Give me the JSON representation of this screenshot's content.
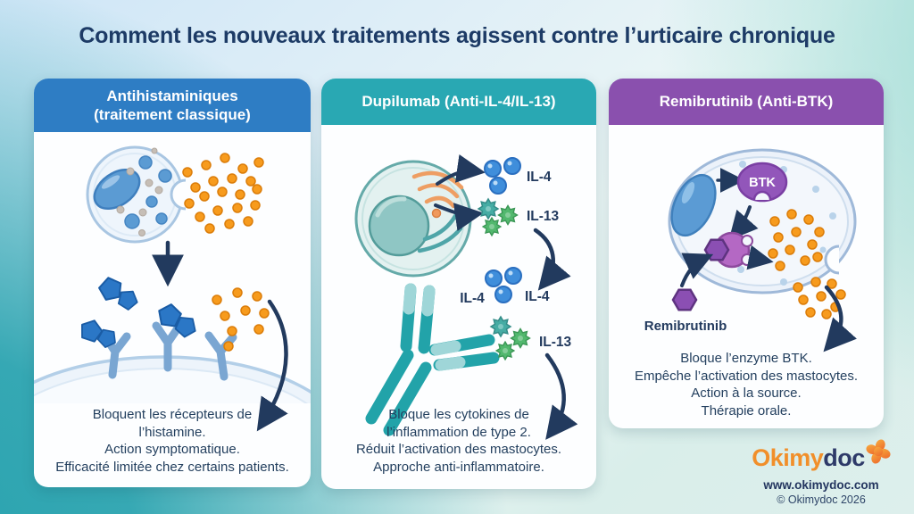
{
  "title": "Comment les nouveaux traitements agissent contre l’urticaire chronique",
  "panels": [
    {
      "header": "Antihistaminiques\n(traitement classique)",
      "header_color": "#2e7dc4",
      "description": "Bloquent les récepteurs de\nl’histamine.\nAction symptomatique.\nEfficacité limitée chez certains patients."
    },
    {
      "header": "Dupilumab (Anti-IL-4/IL-13)",
      "header_color": "#29a8b3",
      "labels": {
        "il4": "IL-4",
        "il13": "IL-13"
      },
      "description": "Bloque les cytokines de\nl’inflammation de type 2.\nRéduit l’activation des mastocytes.\nApproche anti-inflammatoire."
    },
    {
      "header": "Remibrutinib (Anti-BTK)",
      "header_color": "#8a50ae",
      "labels": {
        "btk": "BTK",
        "drug": "Remibrutinib"
      },
      "description": "Bloque l’enzyme BTK.\nEmpêche l’activation des mastocytes.\nAction à la source.\nThérapie orale."
    }
  ],
  "footer": {
    "brand_primary": "Okimy",
    "brand_secondary": "doc",
    "website": "www.okimydoc.com",
    "copyright": "© Okimydoc 2026"
  },
  "colors": {
    "title_text": "#1d3b66",
    "body_text": "#24405f",
    "arrow_navy": "#223a5e",
    "histamine_orange": "#f79b1d",
    "antibody_teal": "#22a3a9",
    "molecule_blue": "#2b77c6",
    "il4_blue": "#3f8edb",
    "il13_green": "#52b86e",
    "btk_purple": "#9256ba",
    "brand_orange": "#f18f2a",
    "brand_navy": "#2e3a69"
  }
}
